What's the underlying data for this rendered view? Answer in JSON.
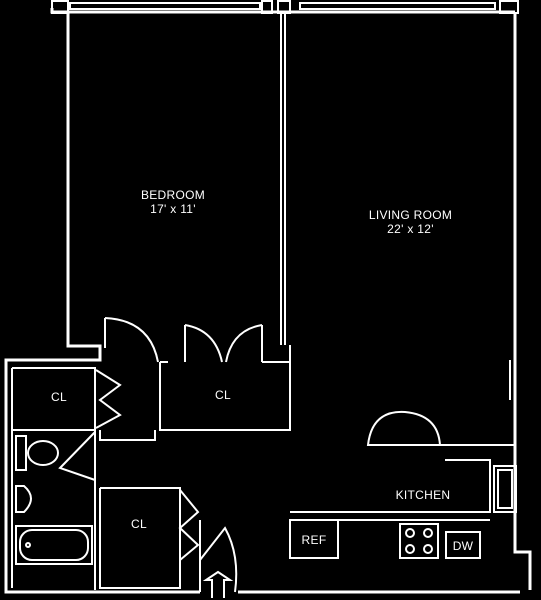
{
  "rooms": {
    "bedroom": {
      "name": "BEDROOM",
      "dims": "17' x 11'"
    },
    "living": {
      "name": "LIVING ROOM",
      "dims": "22' x 12'"
    },
    "kitchen": {
      "name": "KITCHEN"
    },
    "closet_left": {
      "name": "CL"
    },
    "closet_mid": {
      "name": "CL"
    },
    "closet_lower": {
      "name": "CL"
    }
  },
  "fixtures": {
    "refrigerator": "REF",
    "dishwasher": "DW"
  },
  "colors": {
    "background": "#000000",
    "lines": "#ffffff"
  }
}
